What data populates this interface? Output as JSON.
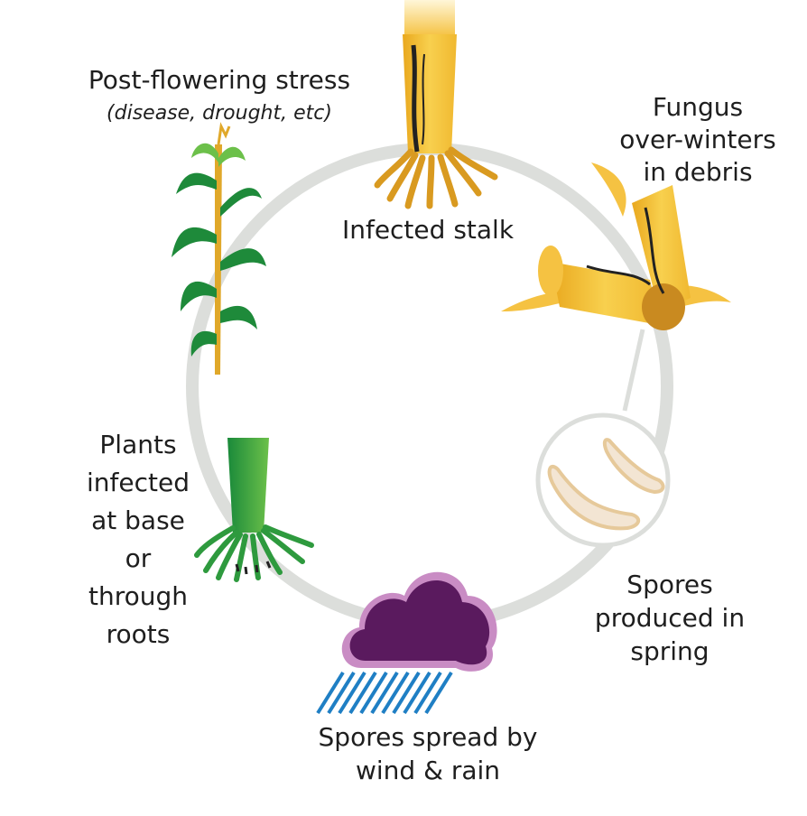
{
  "title": "Stalk rot disease cycle",
  "colors": {
    "ring": "#dcdedb",
    "stalk_yellow": "#f5c242",
    "plant_green": "#2e9a3e",
    "cloud_purple": "#5a1a5e",
    "cloud_outline": "#c98cc4",
    "rain_blue": "#1f7fc4",
    "spore_fill": "#f3e5d3",
    "spore_outline": "#e6c99a"
  },
  "stages": {
    "stress": {
      "lines": [
        "Post-flowering stress"
      ],
      "subtitle": "(disease, drought, etc)"
    },
    "stalk": {
      "lines": [
        "Infected stalk"
      ]
    },
    "fungus": {
      "lines": [
        "Fungus",
        "over-winters",
        "in debris"
      ]
    },
    "spores_produced": {
      "lines": [
        "Spores",
        "produced in",
        "spring"
      ]
    },
    "spores_spread": {
      "lines": [
        "Spores spread by",
        "wind & rain"
      ]
    },
    "plants_infected": {
      "lines": [
        "Plants",
        "infected",
        "at base",
        "or",
        "through",
        "roots"
      ]
    }
  }
}
